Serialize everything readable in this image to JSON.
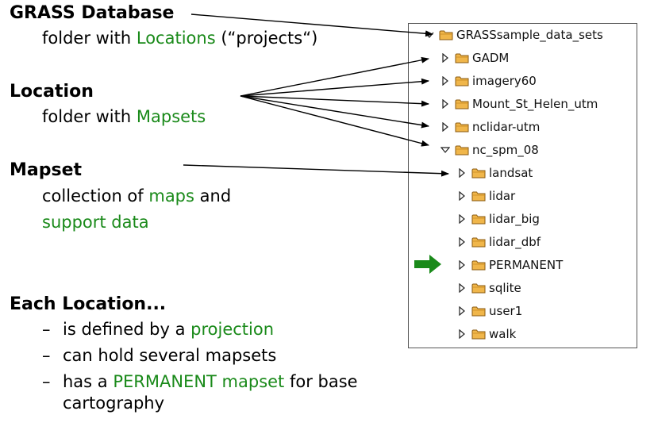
{
  "left": {
    "grass_db": {
      "title": "GRASS Database",
      "desc_prefix": "folder with ",
      "desc_green": "Locations",
      "desc_suffix": " (“projects“)"
    },
    "location": {
      "title": "Location",
      "desc_prefix": "folder with ",
      "desc_green": "Mapsets"
    },
    "mapset": {
      "title": "Mapset",
      "desc_prefix": "collection of ",
      "desc_green1": "maps",
      "desc_mid": " and",
      "desc_green2": "support data"
    },
    "each_location": {
      "title": "Each Location...",
      "dash": "–",
      "b1_prefix": "is defined by a ",
      "b1_green": "projection",
      "b2": "can hold several mapsets",
      "b3_prefix": "has a ",
      "b3_green": "PERMANENT mapset",
      "b3_suffix": " for base",
      "b3_line2": "cartography"
    }
  },
  "tree": {
    "root": "GRASSsample_data_sets",
    "locations": [
      "GADM",
      "imagery60",
      "Mount_St_Helen_utm",
      "nclidar-utm",
      "nc_spm_08"
    ],
    "mapsets": [
      "landsat",
      "lidar",
      "lidar_big",
      "lidar_dbf",
      "PERMANENT",
      "sqlite",
      "user1",
      "walk"
    ]
  },
  "colors": {
    "green": "#1a8a1a",
    "folder": "#f0b64a",
    "folder_edge": "#8a5a10"
  }
}
